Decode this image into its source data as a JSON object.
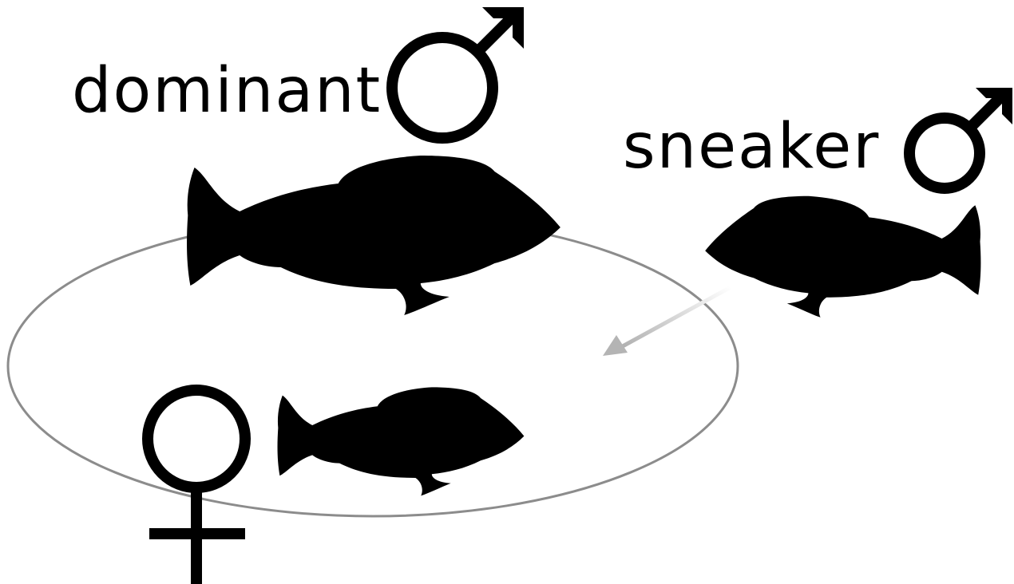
{
  "labels": {
    "dominant": "dominant",
    "sneaker": "sneaker"
  },
  "colors": {
    "ink": "#000000",
    "territory": "#8c8c8c",
    "arrow": "#bdbdbd",
    "background": "#ffffff"
  },
  "icons": {
    "dominant_symbol": "male-symbol",
    "sneaker_symbol": "male-symbol",
    "female_symbol": "female-symbol"
  }
}
